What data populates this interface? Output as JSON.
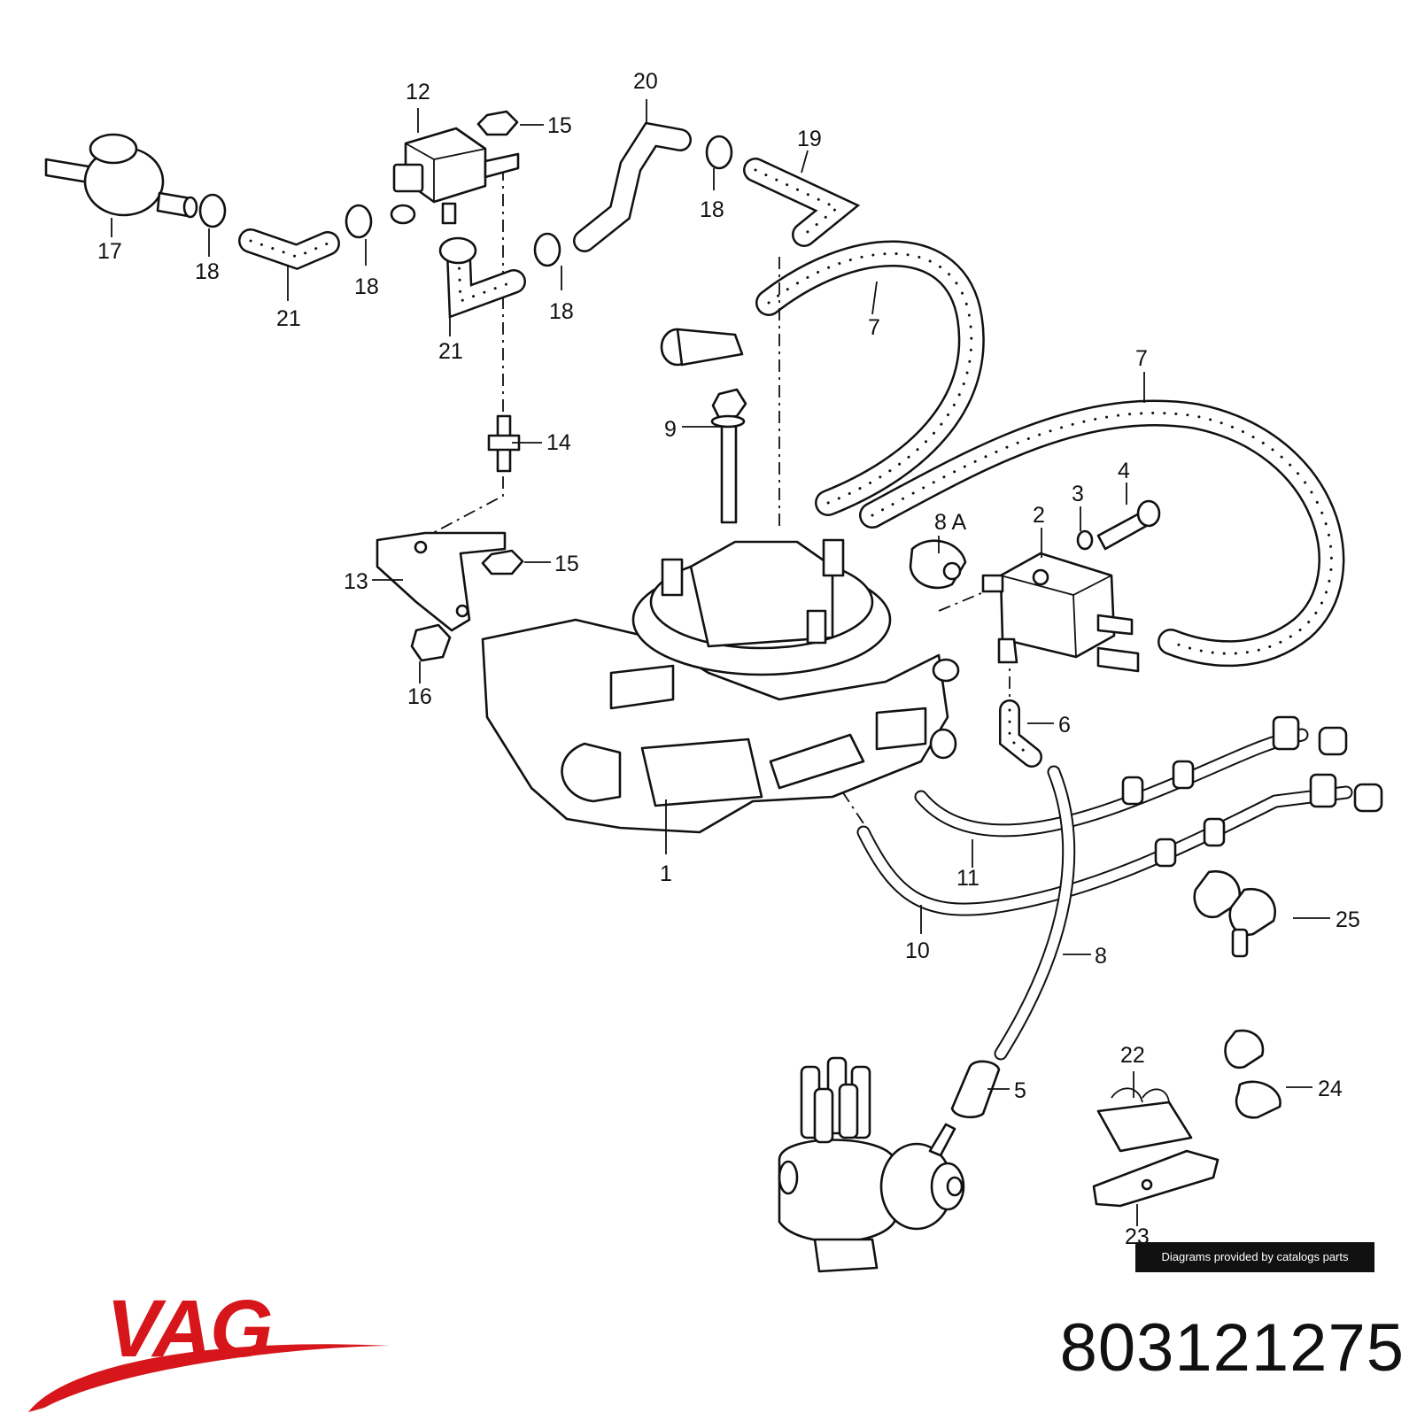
{
  "diagram": {
    "callouts": [
      "1",
      "2",
      "3",
      "4",
      "5",
      "6",
      "7",
      "7",
      "8",
      "8 A",
      "9",
      "10",
      "11",
      "12",
      "13",
      "14",
      "15",
      "15",
      "16",
      "17",
      "18",
      "18",
      "18",
      "18",
      "19",
      "20",
      "21",
      "21",
      "22",
      "23",
      "24",
      "25"
    ]
  },
  "credit": "Diagrams provided by catalogs parts",
  "brand": {
    "name": "VAG",
    "color": "#d6161a"
  },
  "part_number": "803121275"
}
